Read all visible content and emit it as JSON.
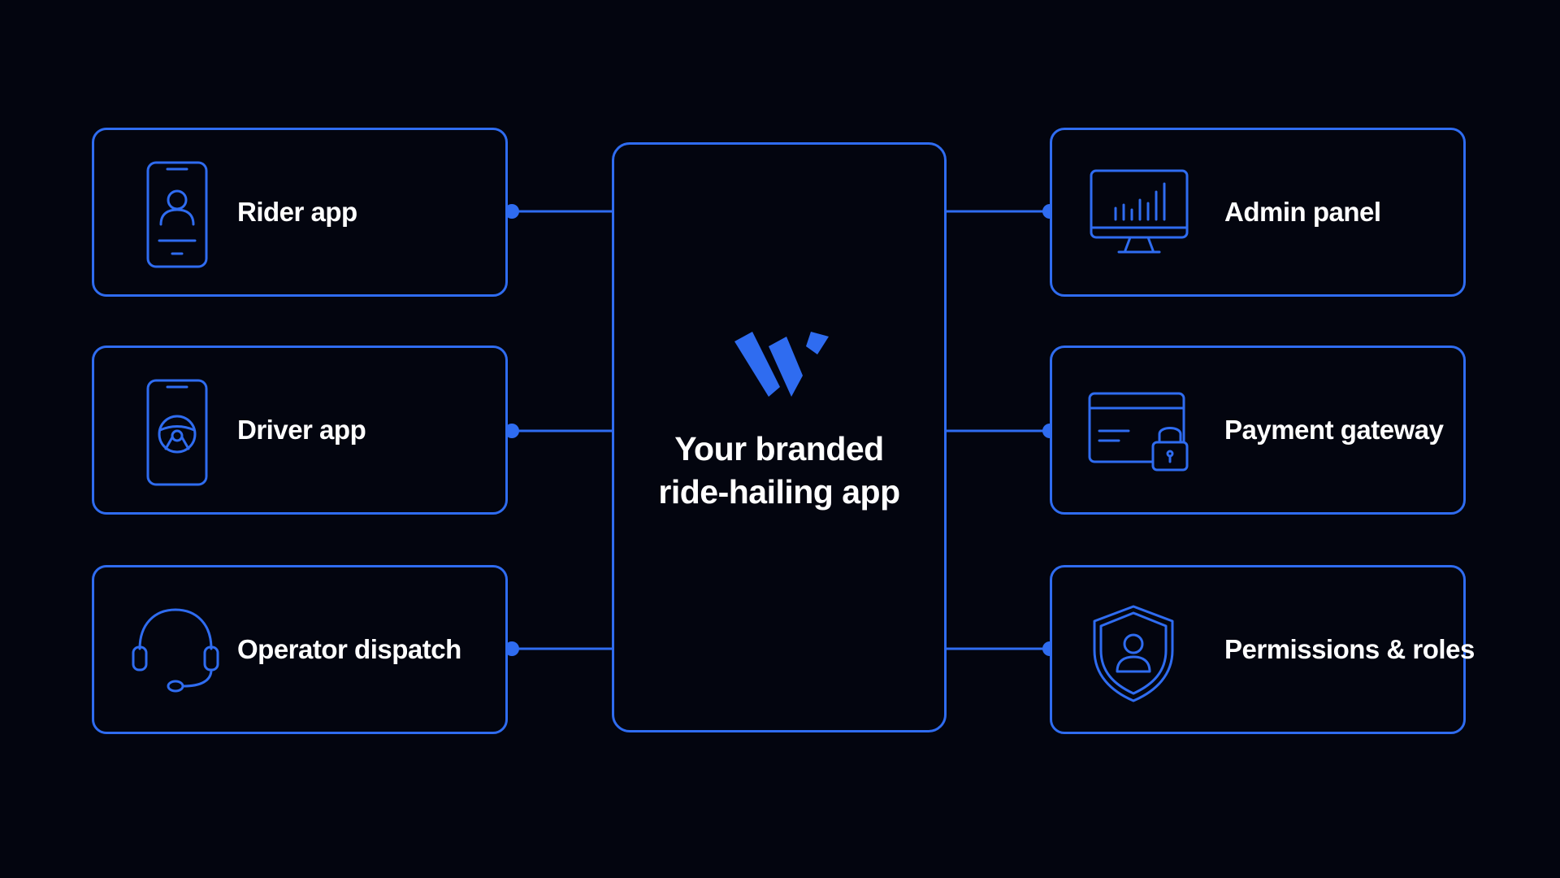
{
  "center": {
    "title_line1": "Your branded",
    "title_line2": "ride-hailing app",
    "logo_icon": "w-logo-icon"
  },
  "left_modules": [
    {
      "label": "Rider app",
      "icon": "smartphone-user-icon"
    },
    {
      "label": "Driver app",
      "icon": "smartphone-steering-wheel-icon"
    },
    {
      "label": "Operator dispatch",
      "icon": "headset-icon"
    }
  ],
  "right_modules": [
    {
      "label": "Admin panel",
      "icon": "monitor-bar-chart-icon"
    },
    {
      "label": "Payment gateway",
      "icon": "credit-card-lock-icon"
    },
    {
      "label": "Permissions & roles",
      "icon": "shield-user-icon"
    }
  ],
  "colors": {
    "background": "#03050f",
    "accent": "#2f6cf0",
    "text": "#ffffff"
  }
}
